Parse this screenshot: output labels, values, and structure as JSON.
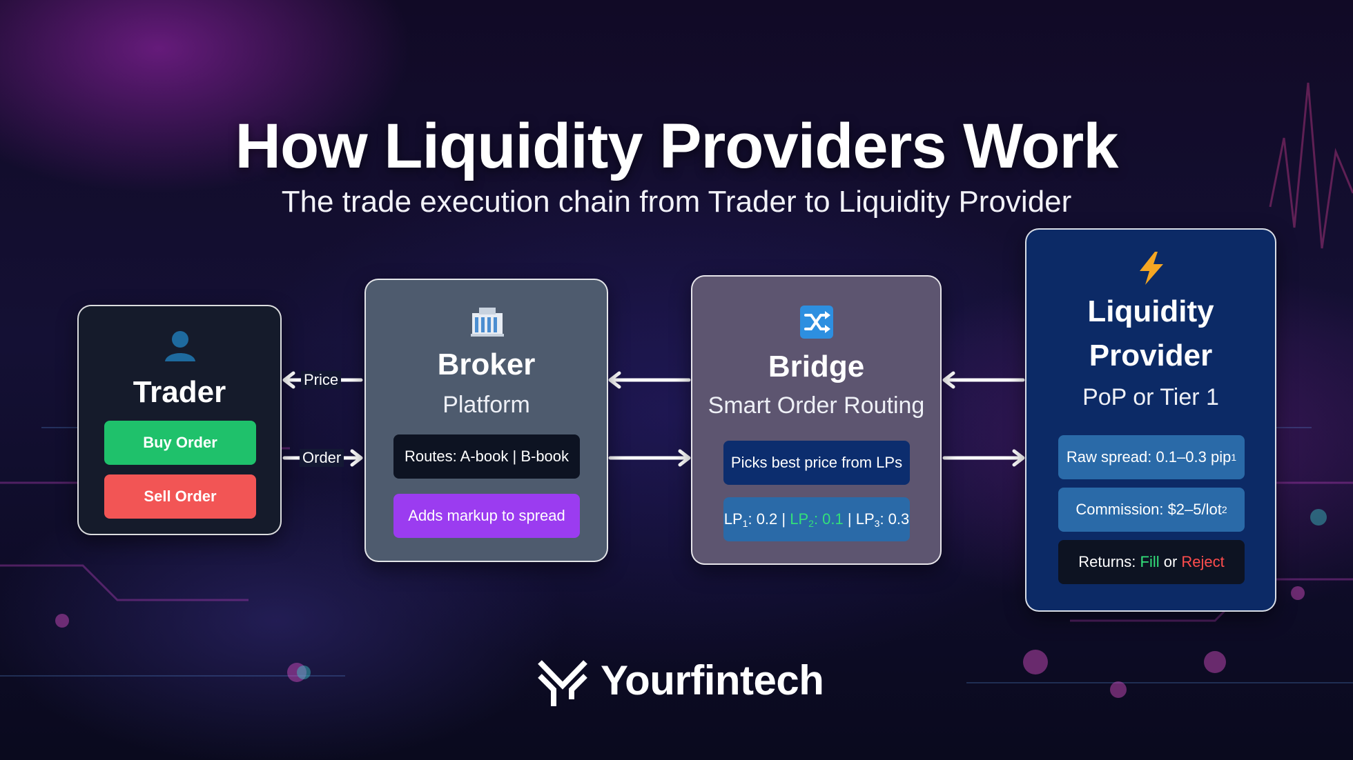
{
  "title": "How Liquidity Providers Work",
  "subtitle": "The trade execution chain from Trader to Liquidity Provider",
  "colors": {
    "accent_green": "#1fc16b",
    "accent_red": "#f25555",
    "accent_purple": "#9b3cf0",
    "lp_blue": "#0c2a66"
  },
  "trader": {
    "icon": "person-icon",
    "title": "Trader",
    "buy_label": "Buy Order",
    "sell_label": "Sell Order"
  },
  "arrows": {
    "price_label": "Price",
    "order_label": "Order"
  },
  "broker": {
    "icon": "bank-building-icon",
    "title": "Broker",
    "subtitle": "Platform",
    "routes": "Routes: A-book | B-book",
    "markup": "Adds markup to spread"
  },
  "bridge": {
    "icon": "shuffle-icon",
    "title": "Bridge",
    "subtitle": "Smart Order Routing",
    "picks": "Picks best price from LPs",
    "lp_quotes": [
      {
        "prefix": "LP",
        "index": "1",
        "value": ": 0.2",
        "best": false
      },
      {
        "prefix": "LP",
        "index": "2",
        "value": ": 0.1",
        "best": true
      },
      {
        "prefix": "LP",
        "index": "3",
        "value": ": 0.3",
        "best": false
      }
    ],
    "separator": " | "
  },
  "lp": {
    "icon": "lightning-icon",
    "title_line1": "Liquidity",
    "title_line2": "Provider",
    "subtitle": "PoP or Tier 1",
    "raw_spread": "Raw spread: 0.1–0.3 pip",
    "raw_spread_note": "1",
    "commission": "Commission: $2–5/lot",
    "commission_note": "2",
    "returns_prefix": "Returns: ",
    "returns_fill": "Fill",
    "returns_or": " or ",
    "returns_reject": "Reject"
  },
  "brand": {
    "logo_icon": "yourfintech-logo-icon",
    "name": "Yourfintech"
  }
}
